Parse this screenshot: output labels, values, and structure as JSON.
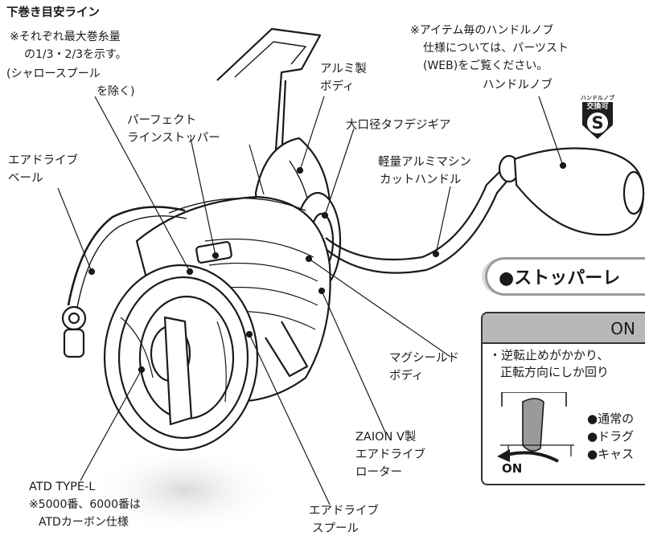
{
  "labels": {
    "shita_maki": "下巻き目安ライン",
    "shita_maki_note_1": "※それぞれ最大巻糸量",
    "shita_maki_note_2": "の1/3・2/3を示す。",
    "shita_maki_note_3": "(シャロースプール",
    "shita_maki_note_4": "を除く)",
    "perfect_stopper_1": "パーフェクト",
    "perfect_stopper_2": "ラインストッパー",
    "air_bail_1": "エアドライブ",
    "air_bail_2": "ベール",
    "alumi_body_1": "アルミ製",
    "alumi_body_2": "ボディ",
    "gear": "大口径タフデジギア",
    "handle_1": "軽量アルミマシン",
    "handle_2": "カットハンドル",
    "knob_note_1": "※アイテム毎のハンドルノブ",
    "knob_note_2": "仕様については、パーツスト",
    "knob_note_3": "(WEB)をご覧ください。",
    "handle_knob": "ハンドルノブ",
    "mag_body_1": "マグシールド",
    "mag_body_2": "ボディ",
    "rotor_1": "ZAION V製",
    "rotor_2": "エアドライブ",
    "rotor_3": "ローター",
    "atd_1": "ATD TYPE-L",
    "atd_note_1": "※5000番、6000番は",
    "atd_note_2": "ATDカーボン仕様",
    "spool_1": "エアドライブ",
    "spool_2": "スプール"
  },
  "badge": {
    "caption": "ハンドルノブ",
    "top": "交換可",
    "letter": "S"
  },
  "stopper_panel": {
    "banner": "●ストッパーレ",
    "header": "ON",
    "desc_1": "・逆転止めがかかり、",
    "desc_2": "正転方向にしか回り",
    "bullet_1": "●通常の",
    "bullet_2": "●ドラグ",
    "bullet_3": "●キャス",
    "arrow_label": "ON"
  },
  "colors": {
    "line": "#1a1a1a",
    "panel_header": "#b8b8b8",
    "shadow": "#e6e6e6"
  }
}
